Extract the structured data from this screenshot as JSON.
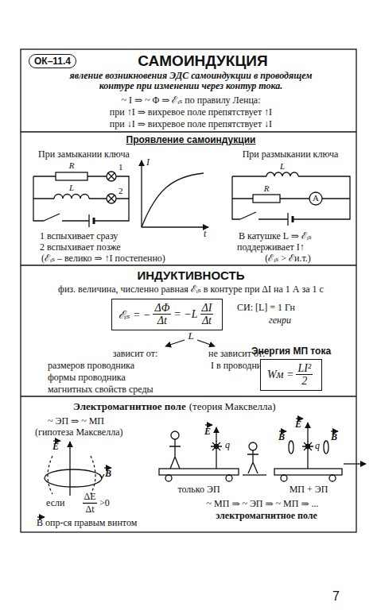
{
  "diagram": {
    "title": "САМОИНДУКЦИЯ",
    "nodes": [
      {
        "text": [
          "ОК–11.4"
        ]
      },
      {
        "text": [
          "ℰᵢₛ = −",
          "ΔΦ",
          "Δt",
          "= −L",
          "ΔI",
          "Δt"
        ]
      },
      {
        "text": [
          "Энергия МП тока",
          "Wм =",
          "LI²",
          "2"
        ]
      }
    ],
    "labels": [
      "явление возникновения ЭДС самоиндукции в проводящем контуре при изменении через контур тока.",
      "~ I ⇒ ~ Φ ⇒ ℰᵢₛ по правилу Ленца:",
      "при ↑I ⇒ вихревое поле препятствует ↑I",
      "при ↓I ⇒ вихревое поле препятствует ↓I",
      "Проявление самоиндукции",
      "При замыкании ключа",
      "R",
      "1",
      "L",
      "2",
      "I",
      "t",
      "При размыкании ключа",
      "L",
      "R",
      "A",
      "1 вспыхивает сразу",
      "2 вспыхивает позже",
      "(ℰᵢₛ – велико ⇒ ↑I постепенно)",
      "В катушке L ⇒ ℰᵢₛ",
      "поддерживает I↑",
      "(ℰᵢₛ > ℰи.т.)",
      "ИНДУКТИВНОСТЬ",
      "физ. величина, численно равная ℰᵢₛ в контуре при ΔI на 1 А за 1 с",
      "СИ: [L] = 1 Гн",
      "генри",
      "L",
      "зависит от:",
      "не зависит от:",
      "размеров проводника",
      "формы проводника",
      "магнитных свойств среды",
      "I в проводнике",
      "Электромагнитное поле",
      "(теория Максвелла)",
      "~ ЭП ⇒ ~ МП",
      "(гипотеза Максвелла)",
      "E",
      "B",
      "если",
      "ΔE",
      "Δt",
      ">0",
      "B опр-ся правым винтом",
      "E",
      "q",
      "только ЭП",
      "E",
      "B",
      "q",
      "B",
      "МП + ЭП",
      "~ МП ⇒ ~ ЭП ⇒ ~ МП ⇒ ...",
      "электромагнитное поле",
      "7"
    ]
  }
}
